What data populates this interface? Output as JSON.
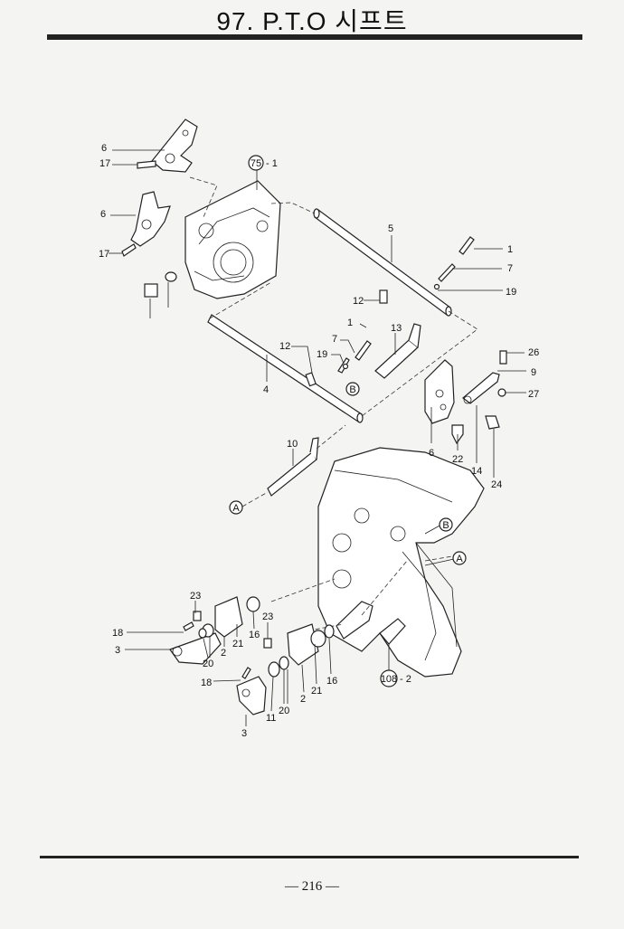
{
  "title": "97. P.T.O 시프트",
  "page_number": "— 216 —",
  "callouts": {
    "group_75": "75",
    "group_75_suffix": "- 1",
    "group_108": "108",
    "group_108_suffix": "- 2",
    "ref_a": "A",
    "ref_b": "B"
  },
  "part_numbers": {
    "p6a": "6",
    "p17a": "17",
    "p6b": "6",
    "p17b": "17",
    "p5": "5",
    "p1a": "1",
    "p7a": "7",
    "p19a": "19",
    "p12a": "12",
    "p1b": "1",
    "p13": "13",
    "p7b": "7",
    "p12b": "12",
    "p19b": "19",
    "p4": "4",
    "p26": "26",
    "p9": "9",
    "p27": "27",
    "p6c": "6",
    "p22": "22",
    "p14": "14",
    "p24": "24",
    "p10": "10",
    "p23a": "23",
    "p18a": "18",
    "p3a": "3",
    "p2a": "2",
    "p21a": "21",
    "p20a": "20",
    "p16a": "16",
    "p23b": "23",
    "p18b": "18",
    "p11": "11",
    "p20b": "20",
    "p2b": "2",
    "p21b": "21",
    "p16b": "16",
    "p3b": "3"
  }
}
